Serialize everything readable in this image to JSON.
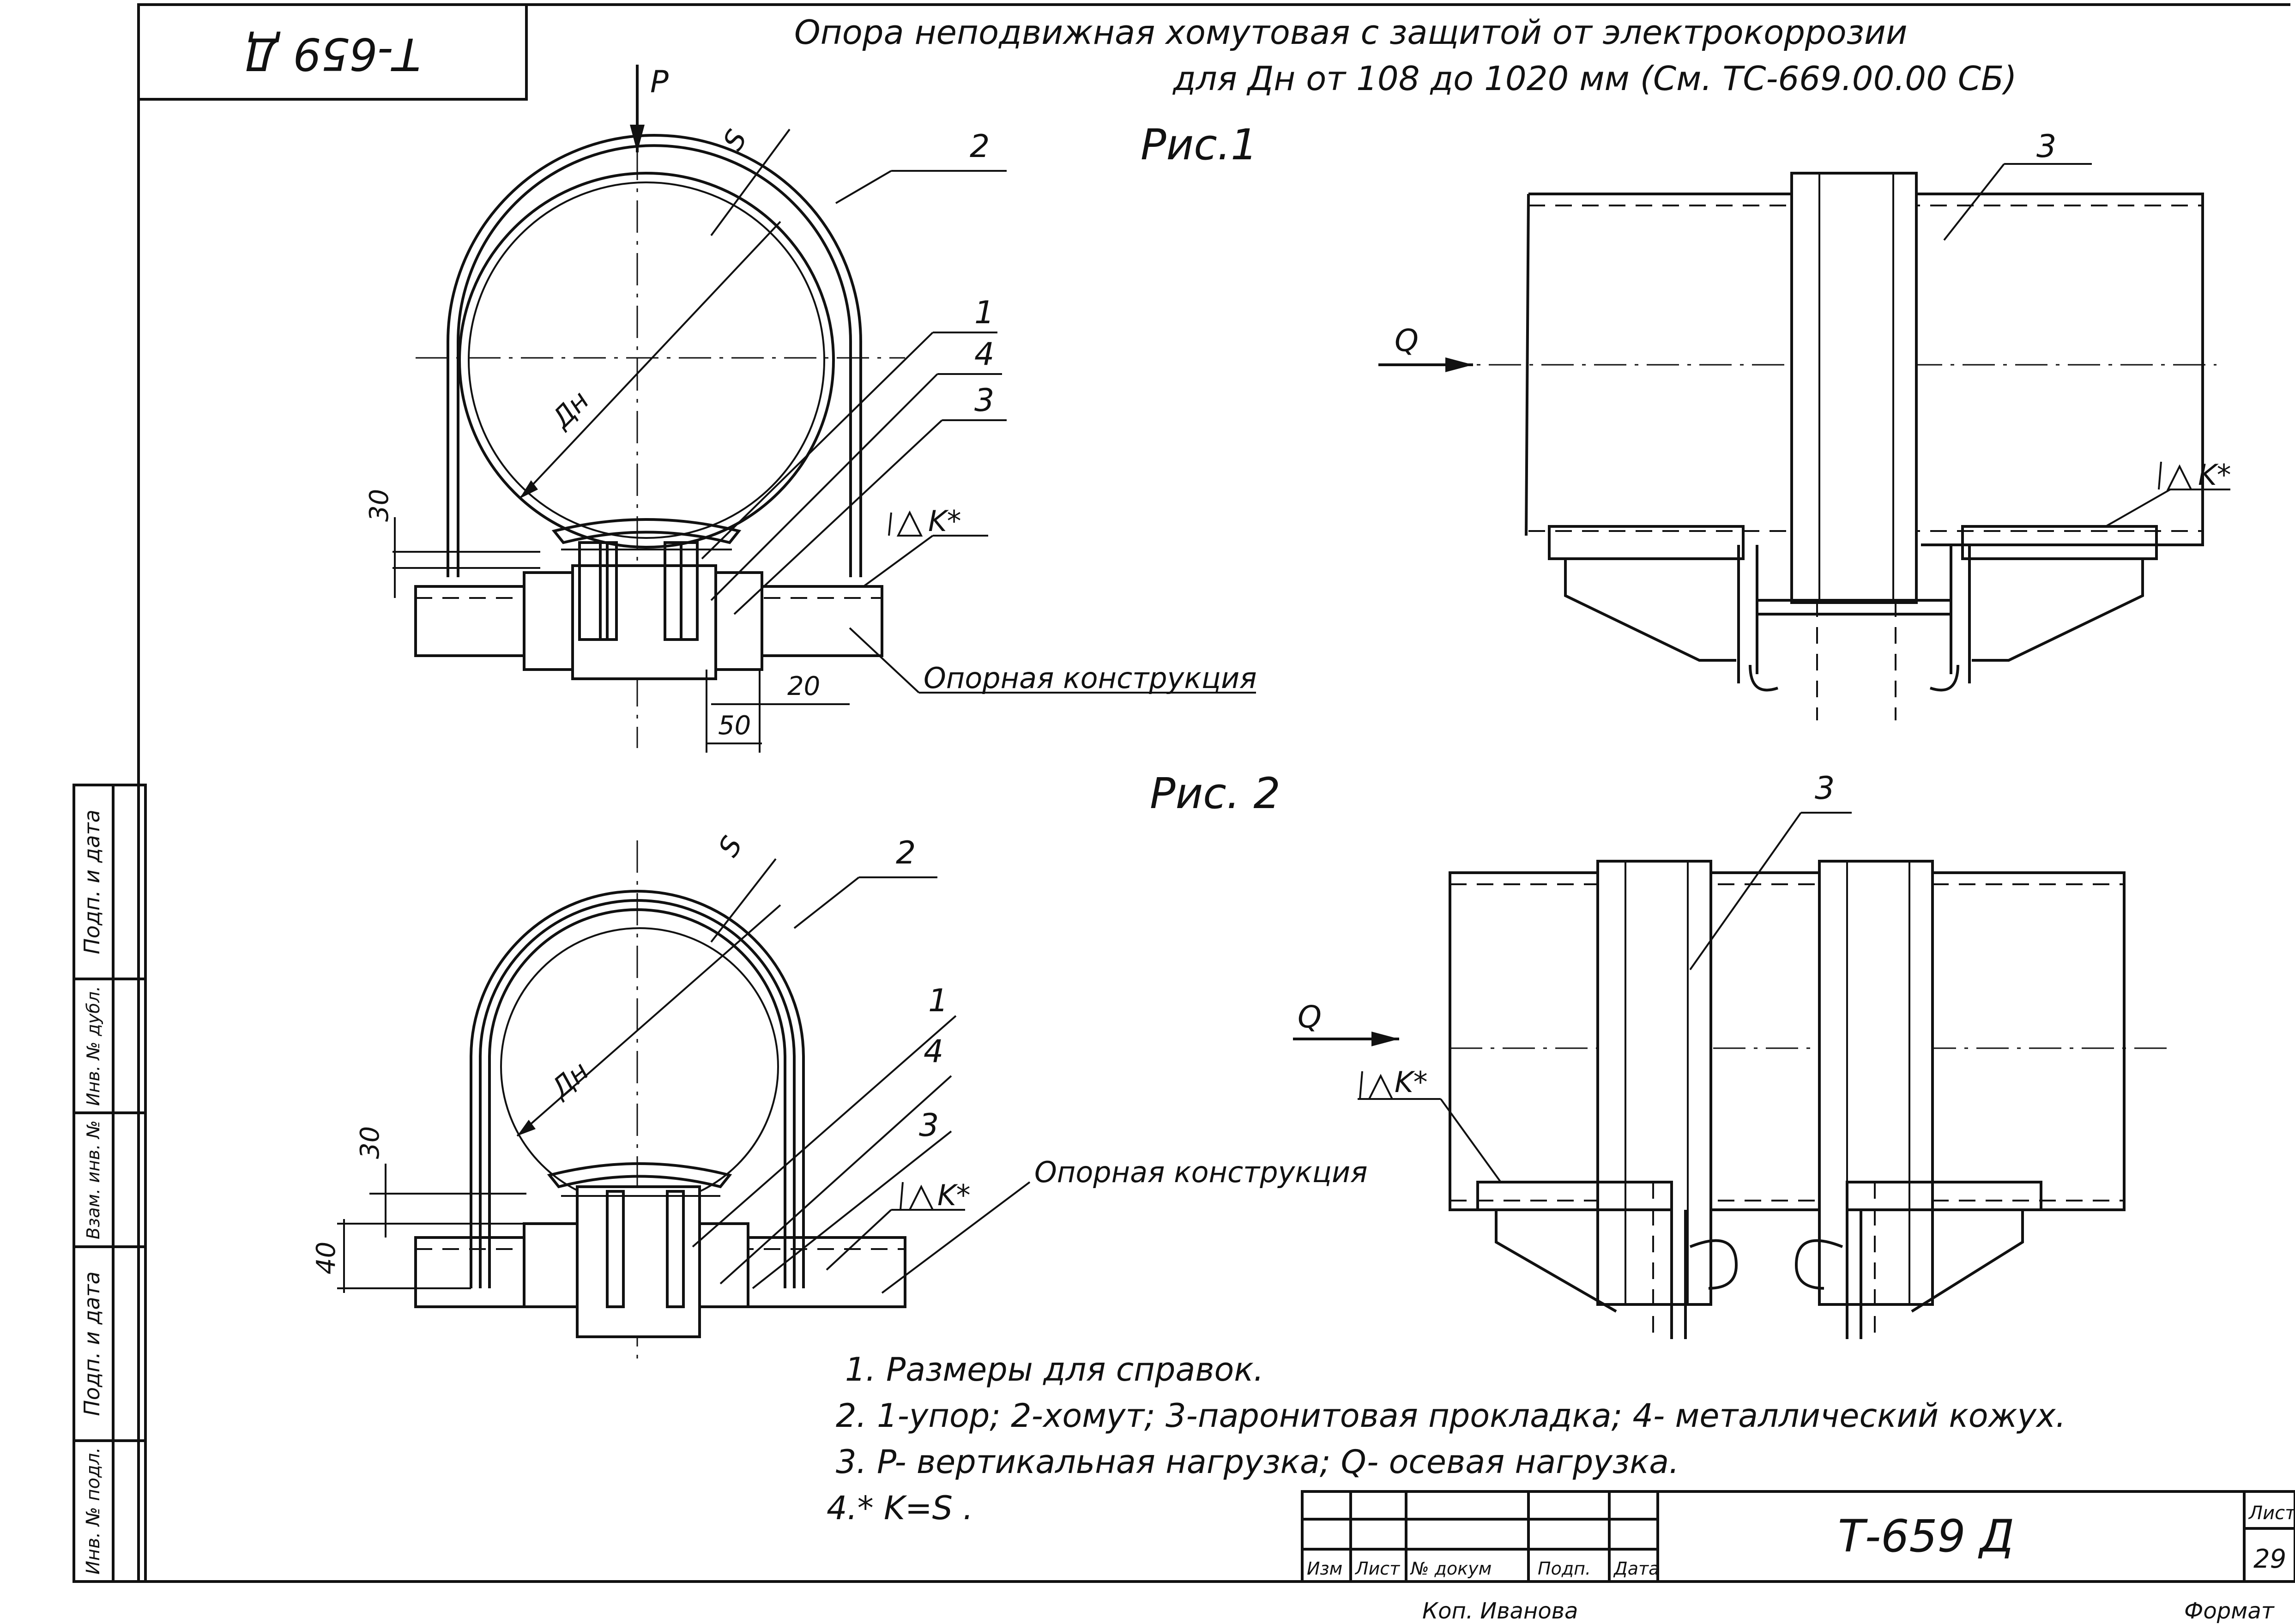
{
  "stamp_code": "Т-659 Д",
  "title": {
    "line1": "Опора неподвижная хомутовая с защитой от электрокоррозии",
    "line2": "для Дн от 108 до 1020 мм (См. ТС-669.00.00 СБ)"
  },
  "figures": {
    "fig1": "Рис.1",
    "fig2": "Рис. 2"
  },
  "callouts": {
    "p": "P",
    "s": "S",
    "dn": "Дн",
    "q": "Q",
    "n1": "1",
    "n2": "2",
    "n3": "3",
    "n4": "4",
    "weld": "K*",
    "support": "Опорная конструкция",
    "dim30": "30",
    "dim40": "40",
    "dim20": "20",
    "dim50": "50"
  },
  "notes": [
    "1. Размеры для справок.",
    "2. 1-упор; 2-хомут; 3-паронитовая прокладка; 4- металлический кожух.",
    "3. P- вертикальная нагрузка; Q- осевая нагрузка.",
    "4.* K=S ."
  ],
  "side_stamp": [
    "Подп. и дата",
    "Инв. № дубл.",
    "Взам. инв. №",
    "Подп. и дата",
    "Инв. № подл."
  ],
  "title_block": {
    "headers": [
      "Изм",
      "Лист",
      "№ докум",
      "Подп.",
      "Дата"
    ],
    "code": "Т-659 Д",
    "sheet_label": "Лист",
    "sheet_number": "29",
    "copied": "Коп. Иванова",
    "format": "Формат"
  }
}
